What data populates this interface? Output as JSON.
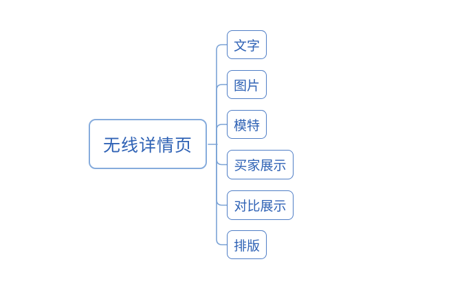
{
  "diagram": {
    "type": "mindmap",
    "root": {
      "label": "无线详情页"
    },
    "children": [
      {
        "label": "文字"
      },
      {
        "label": "图片"
      },
      {
        "label": "模特"
      },
      {
        "label": "买家展示"
      },
      {
        "label": "对比展示"
      },
      {
        "label": "排版"
      }
    ]
  },
  "theme": {
    "background": "#ffffff",
    "root_border": "#85abdc",
    "child_border": "#4d7cc5",
    "connector": "#7ba3d6",
    "text": "#2f62b5"
  }
}
